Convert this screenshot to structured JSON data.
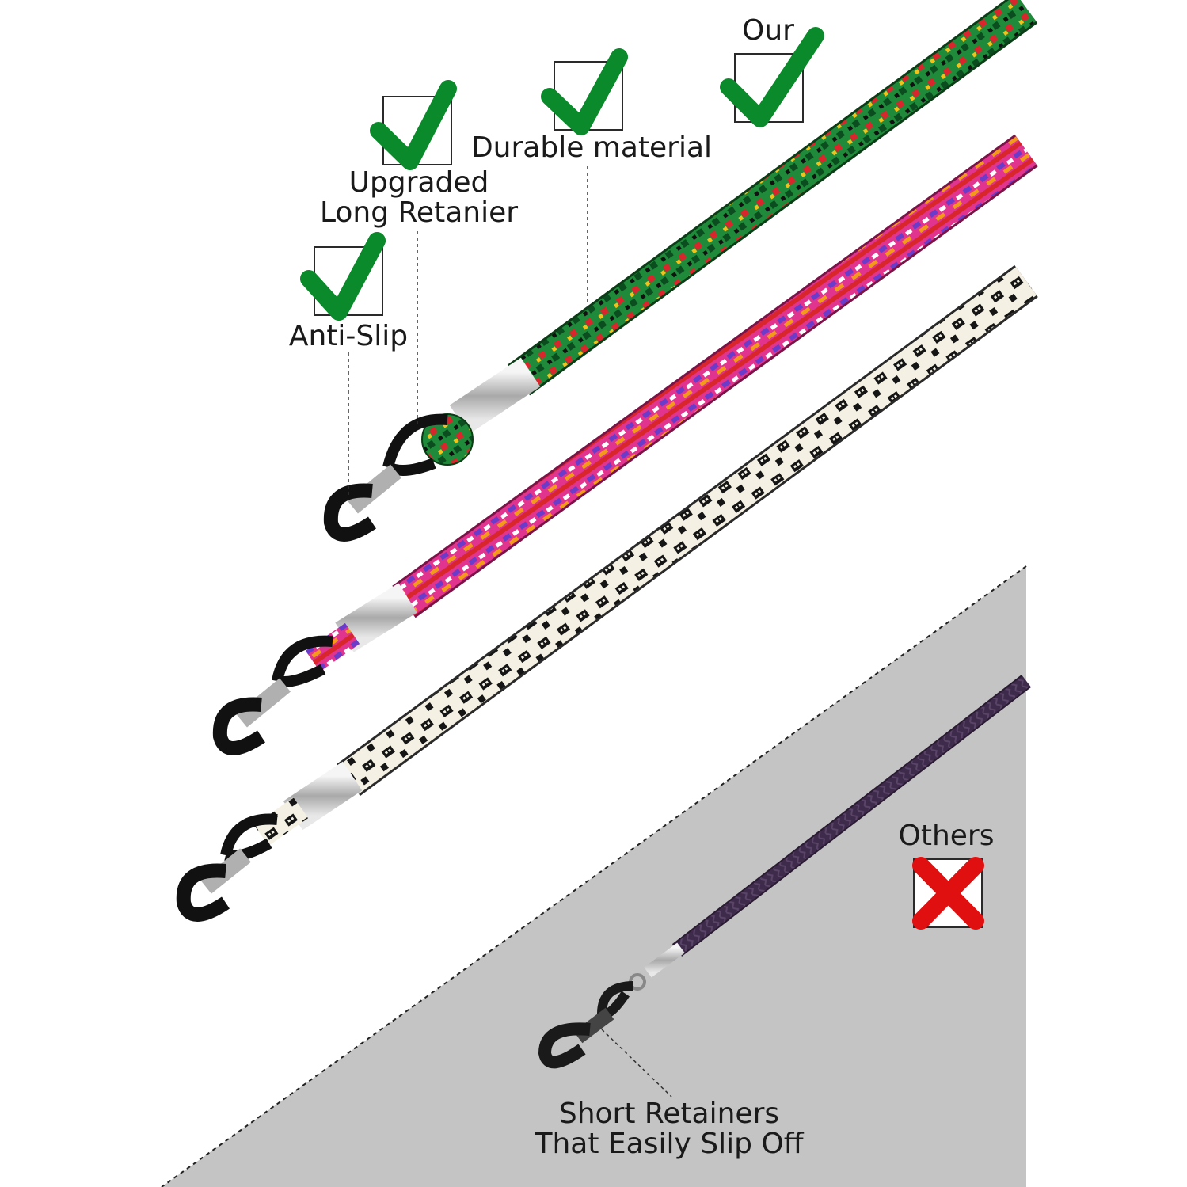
{
  "labels": {
    "our": "Our",
    "durable_material": "Durable material",
    "upgraded_line1": "Upgraded",
    "upgraded_line2": "Long Retanier",
    "anti_slip": "Anti-Slip",
    "others": "Others",
    "short_line1": "Short Retainers",
    "short_line2": "That Easily Slip Off"
  },
  "icons": {
    "check": "check-icon",
    "cross": "cross-icon",
    "check_color": "#0a8a2a",
    "cross_color": "#e01010"
  },
  "colors": {
    "background": "#ffffff",
    "others_panel": "#c4c4c4",
    "green_strap": "#1f8a3a",
    "pink_strap": "#e0348f",
    "white_strap": "#f4f1e4",
    "leather_cord": "#3e2a4a",
    "metal": "#c9c9c9",
    "rubber": "#111111"
  }
}
